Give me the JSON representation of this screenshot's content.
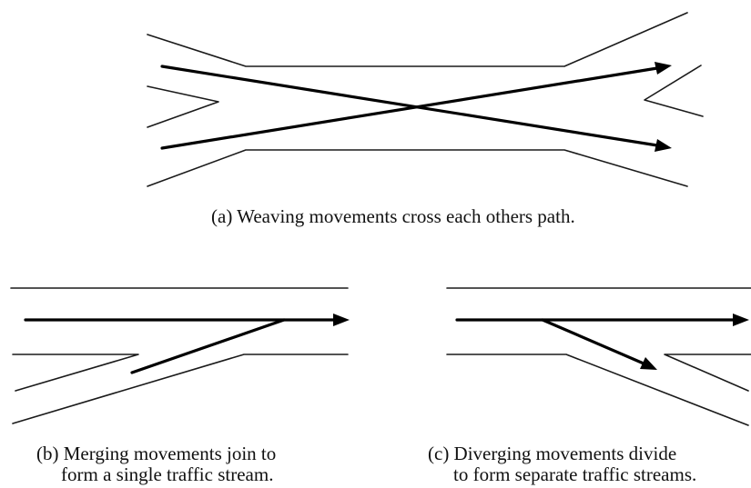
{
  "captions": {
    "weaving": "(a) Weaving movements cross each others path.",
    "merging_line1": "(b) Merging movements join to",
    "merging_line2": "form a single traffic stream.",
    "diverging_line1": "(c) Diverging movements divide",
    "diverging_line2": "to form separate traffic streams."
  },
  "colors": {
    "lines": "#1a1a1a",
    "arrows": "#000000",
    "background": "#ffffff"
  }
}
